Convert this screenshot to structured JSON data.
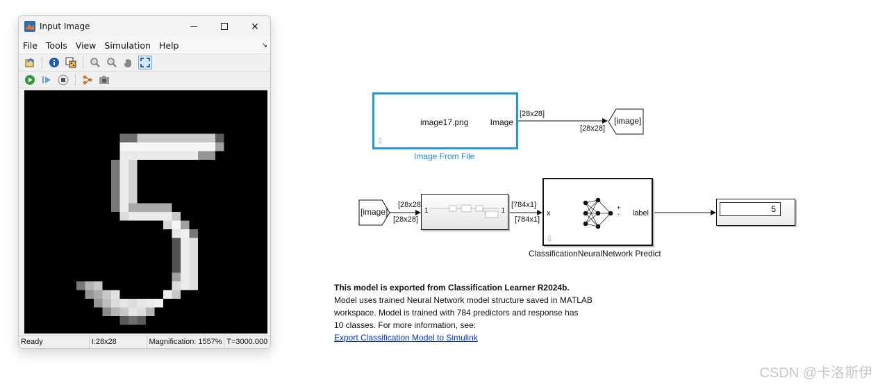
{
  "window": {
    "title": "Input Image",
    "close_glyph": "✕",
    "menu": [
      "File",
      "Tools",
      "View",
      "Simulation",
      "Help"
    ],
    "menu_mnemonics": [
      "F",
      "T",
      "V",
      "i",
      "H"
    ],
    "toolbar_icons": [
      "model-home-icon",
      "info-icon",
      "pixel-region-icon",
      "zoom-in-icon",
      "zoom-out-icon",
      "pan-hand-icon",
      "fit-to-view-icon"
    ],
    "sim_icons": [
      "run-icon",
      "step-forward-icon",
      "stop-icon",
      "signal-hierarchy-icon",
      "snapshot-icon"
    ],
    "status": {
      "ready": "Ready",
      "size": "I:28x28",
      "magnification": "Magnification: 1557%",
      "time": "T=3000.000"
    }
  },
  "digit_image": {
    "rows": 28,
    "cols": 28,
    "depicts": "handwritten digit 5"
  },
  "model": {
    "image_block": {
      "file": "image17.png",
      "port": "Image",
      "name": "Image From File",
      "out_dims": "[28x28]"
    },
    "goto_tag": "[image]",
    "goto_in_dims": "[28x28]",
    "from_tag": "[image]",
    "from_out_dims_top": "[28x28]",
    "from_out_dims_bottom": "[28x28]",
    "reshape_in_port": "1",
    "reshape_out_port": "1",
    "reshape_out_dims_top": "[784x1]",
    "reshape_out_dims_bottom": "[784x1]",
    "classifier": {
      "name": "ClassificationNeuralNetwork Predict",
      "in_port": "x",
      "out_port": "label",
      "plus_sign": "+",
      "minus_sign": "-"
    },
    "display_value": "5"
  },
  "note": {
    "heading": "This model is exported from Classification Learner R2024b.",
    "line1": "Model uses trained Neural Network model structure saved in MATLAB",
    "line2": "workspace. Model is trained with 784 predictors and response has",
    "line3": "10 classes. For more information, see:",
    "link": "Export Classification Model to Simulink"
  },
  "watermark": "CSDN @卡洛斯伊",
  "colors": {
    "selection_blue": "#1e9ad6",
    "link_blue": "#0033cc",
    "block_name_blue": "#1e88d8"
  }
}
